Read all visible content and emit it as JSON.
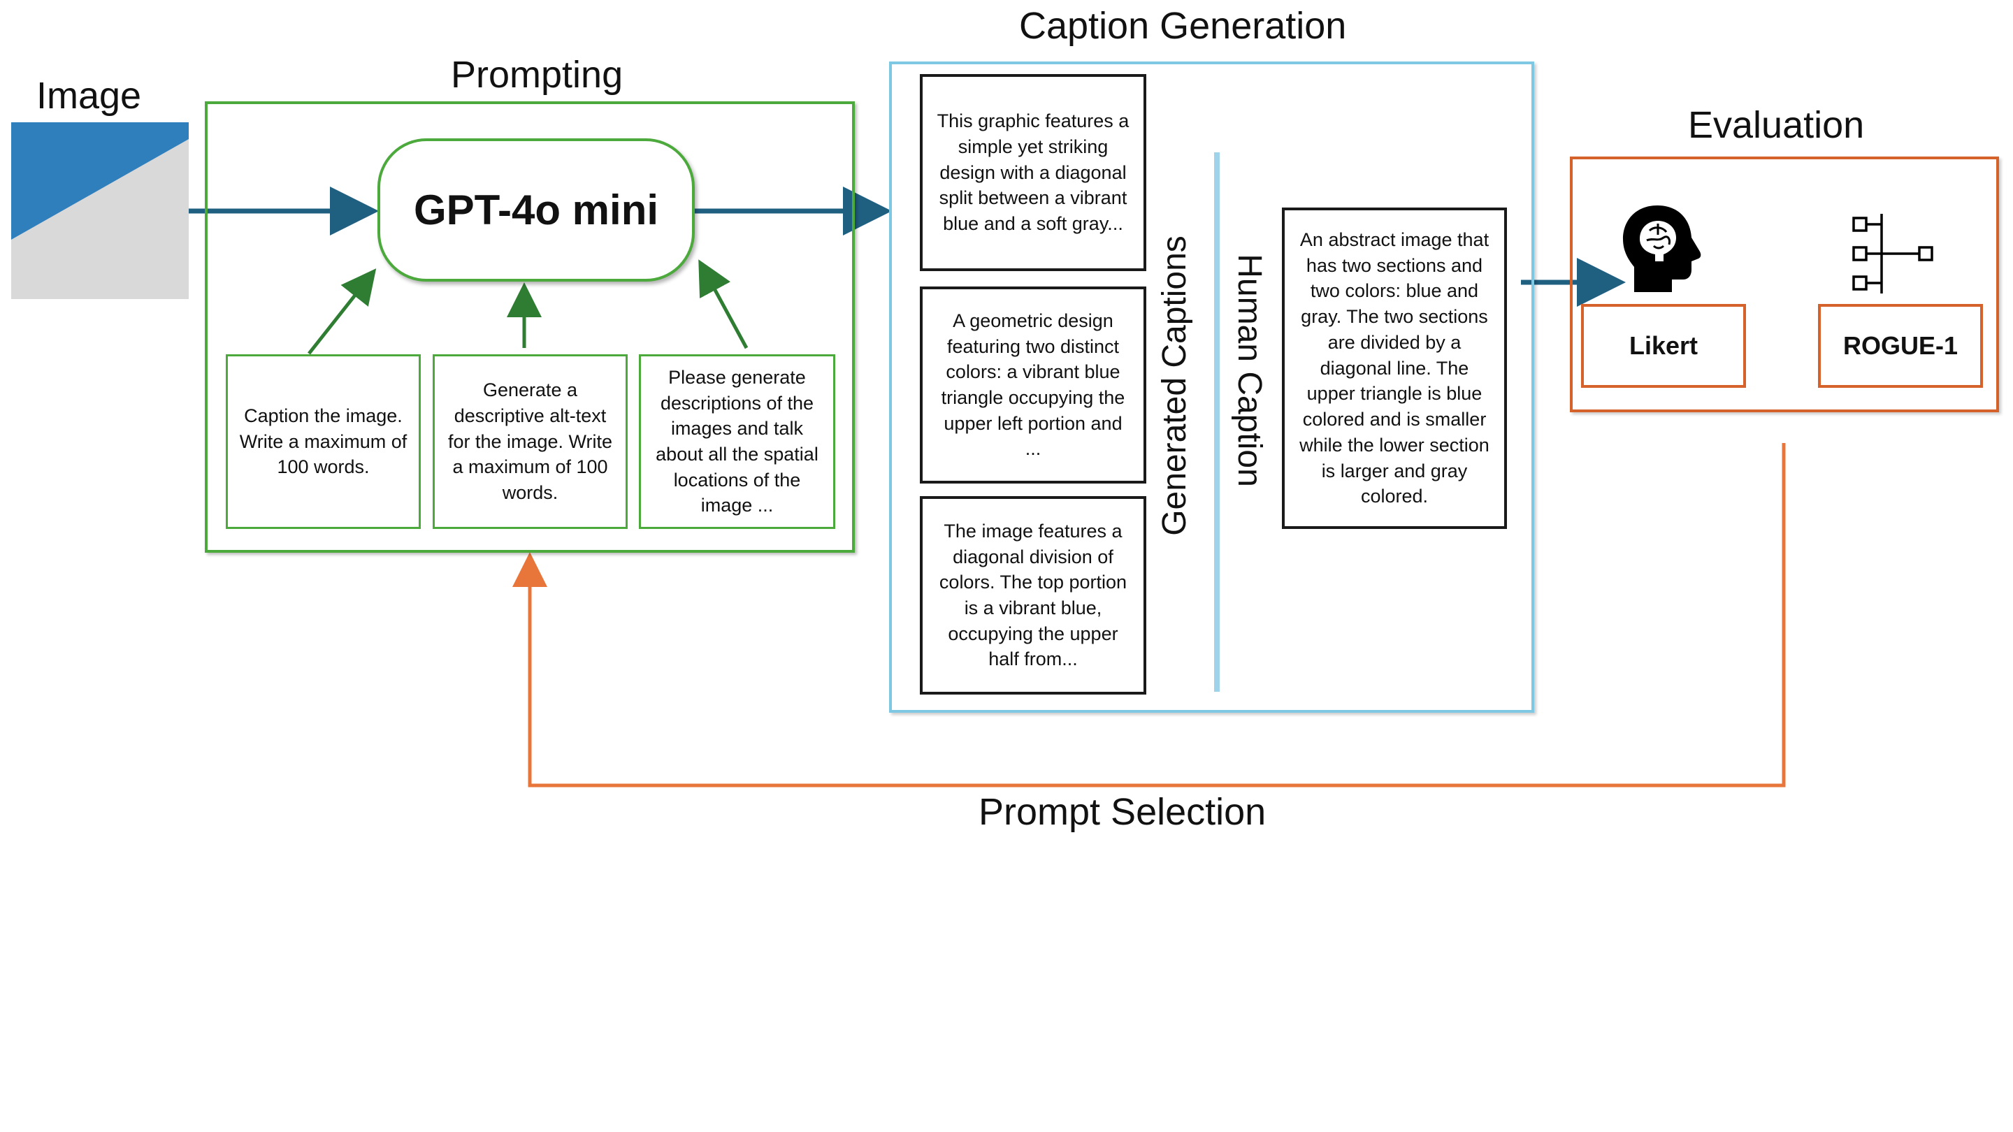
{
  "image_section": {
    "label": "Image"
  },
  "prompting": {
    "title": "Prompting",
    "model_label": "GPT-4o mini",
    "prompts": [
      "Caption the image. Write a maximum of 100 words.",
      "Generate a descriptive alt-text for the image. Write a maximum of 100 words.",
      "Please generate descriptions of the images and talk about all the spatial locations of the image ..."
    ]
  },
  "caption_generation": {
    "title": "Caption Generation",
    "generated_captions_label": "Generated Captions",
    "human_caption_label": "Human Caption",
    "generated_captions": [
      "This graphic features a simple yet striking design with a diagonal split between a vibrant blue and a soft gray...",
      "A geometric design featuring two distinct colors: a vibrant blue triangle occupying the upper left portion and ...",
      "The image features a diagonal division of colors. The top portion is a vibrant blue, occupying the upper half from..."
    ],
    "human_caption": "An abstract image that has two sections and two colors: blue and gray. The two sections are divided by a diagonal line. The upper triangle is blue colored and is smaller while the lower section is larger and gray colored."
  },
  "evaluation": {
    "title": "Evaluation",
    "metrics": [
      "Likert",
      "ROGUE-1"
    ],
    "icons": [
      "brain-head-icon",
      "tree-structure-icon"
    ]
  },
  "feedback": {
    "label": "Prompt Selection"
  },
  "colors": {
    "prompting_border": "#4ca93b",
    "caption_border": "#7ec8e3",
    "evaluation_border": "#d4622a",
    "flow_arrow": "#1f5f80",
    "prompt_arrow": "#2e7d32",
    "feedback_line": "#e8763a",
    "image_blue": "#2f7fbd",
    "image_gray": "#d9d9d9"
  }
}
